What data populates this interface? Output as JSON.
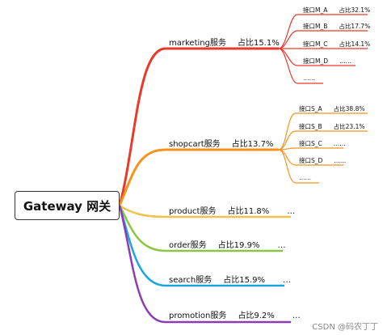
{
  "root": {
    "label": "Gateway 网关"
  },
  "services": [
    {
      "name": "marketing服务",
      "percent": "占比15.1%",
      "more": "",
      "color": "#e8392b"
    },
    {
      "name": "shopcart服务",
      "percent": "占比13.7%",
      "more": "",
      "color": "#f5921e"
    },
    {
      "name": "product服务",
      "percent": "占比11.8%",
      "more": "…",
      "color": "#f2c14b"
    },
    {
      "name": "order服务",
      "percent": "占比19.9%",
      "more": "…",
      "color": "#8cc63f"
    },
    {
      "name": "search服务",
      "percent": "占比15.9%",
      "more": "…",
      "color": "#1aa7d8"
    },
    {
      "name": "promotion服务",
      "percent": "占比9.2%",
      "more": "…",
      "color": "#8e3bb3"
    }
  ],
  "marketing_children": [
    {
      "label": "接口M_A",
      "percent": "占比32.1%"
    },
    {
      "label": "接口M_B",
      "percent": "占比17.7%"
    },
    {
      "label": "接口M_C",
      "percent": "占比14.1%"
    },
    {
      "label": "接口M_D",
      "percent": "……"
    },
    {
      "label": "……",
      "percent": ""
    }
  ],
  "shopcart_children": [
    {
      "label": "接口S_A",
      "percent": "占比38.8%"
    },
    {
      "label": "接口S_B",
      "percent": "占比23.1%"
    },
    {
      "label": "接口S_C",
      "percent": "……"
    },
    {
      "label": "接口S_D",
      "percent": "……"
    },
    {
      "label": "……",
      "percent": ""
    }
  ],
  "watermark": "CSDN @码农丁丁"
}
